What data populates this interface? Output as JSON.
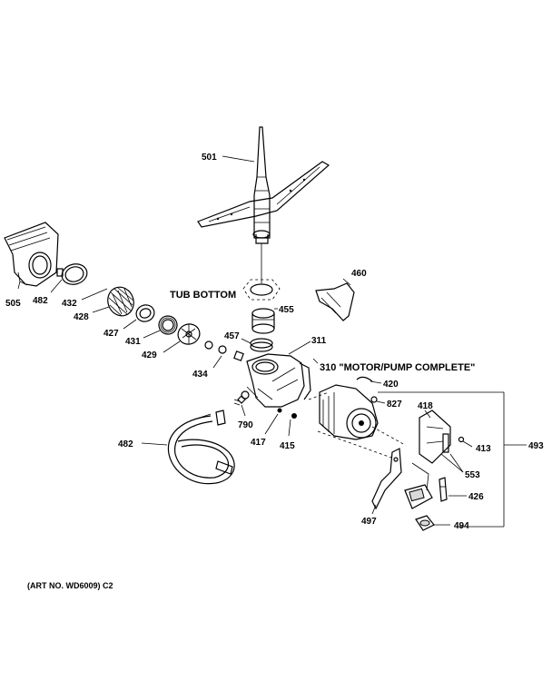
{
  "labels": {
    "p501": "501",
    "p505": "505",
    "p482a": "482",
    "p432": "432",
    "p428": "428",
    "p427": "427",
    "p431": "431",
    "p429": "429",
    "p434": "434",
    "p457": "457",
    "p455": "455",
    "tub_bottom": "TUB BOTTOM",
    "p460": "460",
    "p311": "311",
    "p310": "310 \"MOTOR/PUMP COMPLETE\"",
    "p420": "420",
    "p827": "827",
    "p418": "418",
    "p413": "413",
    "p493": "493",
    "p553": "553",
    "p426": "426",
    "p494": "494",
    "p497": "497",
    "p790": "790",
    "p417": "417",
    "p415": "415",
    "p482b": "482"
  },
  "art_no": "(ART NO. WD6009) C2"
}
